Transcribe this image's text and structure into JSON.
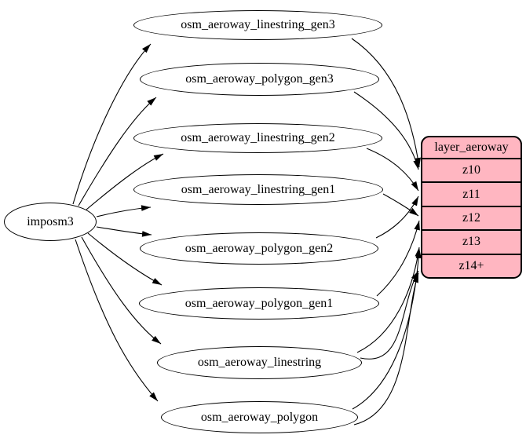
{
  "source_node": {
    "label": "imposm3"
  },
  "table_nodes": [
    {
      "label": "osm_aeroway_linestring_gen3"
    },
    {
      "label": "osm_aeroway_polygon_gen3"
    },
    {
      "label": "osm_aeroway_linestring_gen2"
    },
    {
      "label": "osm_aeroway_linestring_gen1"
    },
    {
      "label": "osm_aeroway_polygon_gen2"
    },
    {
      "label": "osm_aeroway_polygon_gen1"
    },
    {
      "label": "osm_aeroway_linestring"
    },
    {
      "label": "osm_aeroway_polygon"
    }
  ],
  "layer_node": {
    "title": "layer_aeroway",
    "zoom_rows": [
      "z10",
      "z11",
      "z12",
      "z13",
      "z14+"
    ]
  },
  "colors": {
    "layer_fill": "#ffb6c1",
    "node_stroke": "#000000",
    "edge": "#000000",
    "background": "#ffffff"
  },
  "edges": [
    {
      "from": "imposm3",
      "to": "osm_aeroway_linestring_gen3"
    },
    {
      "from": "imposm3",
      "to": "osm_aeroway_polygon_gen3"
    },
    {
      "from": "imposm3",
      "to": "osm_aeroway_linestring_gen2"
    },
    {
      "from": "imposm3",
      "to": "osm_aeroway_linestring_gen1"
    },
    {
      "from": "imposm3",
      "to": "osm_aeroway_polygon_gen2"
    },
    {
      "from": "imposm3",
      "to": "osm_aeroway_polygon_gen1"
    },
    {
      "from": "imposm3",
      "to": "osm_aeroway_linestring"
    },
    {
      "from": "imposm3",
      "to": "osm_aeroway_polygon"
    },
    {
      "from": "osm_aeroway_linestring_gen3",
      "to": "z10"
    },
    {
      "from": "osm_aeroway_polygon_gen3",
      "to": "z10"
    },
    {
      "from": "osm_aeroway_linestring_gen2",
      "to": "z11"
    },
    {
      "from": "osm_aeroway_polygon_gen2",
      "to": "z11"
    },
    {
      "from": "osm_aeroway_linestring_gen1",
      "to": "z12"
    },
    {
      "from": "osm_aeroway_polygon_gen1",
      "to": "z12"
    },
    {
      "from": "osm_aeroway_linestring",
      "to": "z13"
    },
    {
      "from": "osm_aeroway_polygon",
      "to": "z13"
    },
    {
      "from": "osm_aeroway_linestring",
      "to": "z14+"
    },
    {
      "from": "osm_aeroway_polygon",
      "to": "z14+"
    }
  ]
}
